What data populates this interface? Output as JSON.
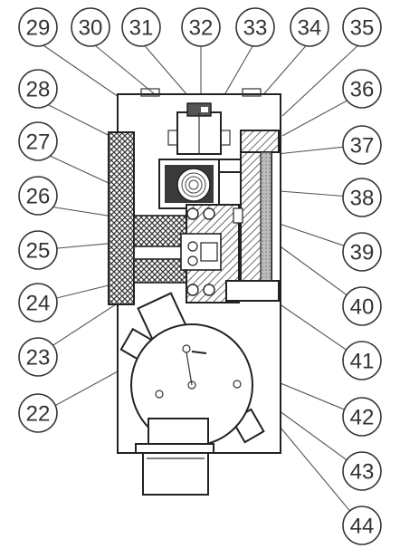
{
  "diagram": {
    "callouts": [
      {
        "label": "29",
        "side": "top"
      },
      {
        "label": "30",
        "side": "top"
      },
      {
        "label": "31",
        "side": "top"
      },
      {
        "label": "32",
        "side": "top"
      },
      {
        "label": "33",
        "side": "top"
      },
      {
        "label": "34",
        "side": "top"
      },
      {
        "label": "35",
        "side": "top"
      },
      {
        "label": "28",
        "side": "left"
      },
      {
        "label": "27",
        "side": "left"
      },
      {
        "label": "26",
        "side": "left"
      },
      {
        "label": "25",
        "side": "left"
      },
      {
        "label": "24",
        "side": "left"
      },
      {
        "label": "23",
        "side": "left"
      },
      {
        "label": "22",
        "side": "left"
      },
      {
        "label": "36",
        "side": "right"
      },
      {
        "label": "37",
        "side": "right"
      },
      {
        "label": "38",
        "side": "right"
      },
      {
        "label": "39",
        "side": "right"
      },
      {
        "label": "40",
        "side": "right"
      },
      {
        "label": "41",
        "side": "right"
      },
      {
        "label": "42",
        "side": "right"
      },
      {
        "label": "43",
        "side": "right"
      },
      {
        "label": "44",
        "side": "right"
      }
    ],
    "colors": {
      "line": "#222222",
      "hatch": "#333333",
      "callout_stroke": "#333333",
      "background": "#ffffff"
    }
  }
}
